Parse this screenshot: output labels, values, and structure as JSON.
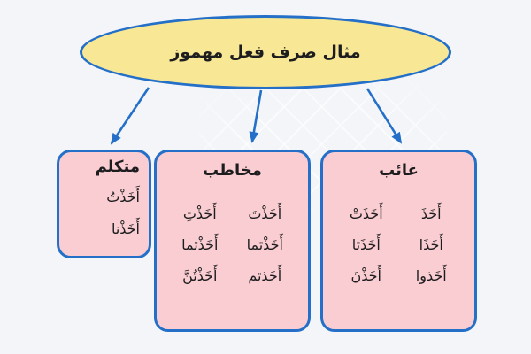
{
  "title": "مثال صرف فعل مهموز",
  "boxes": [
    {
      "header": "متكلم",
      "words": [
        "أَخَذْتُ",
        "أَخَذْنا"
      ]
    },
    {
      "header": "مخاطب",
      "words": [
        "أَخَذْتَ",
        "أَخَذْتِ",
        "أَخَذْتما",
        "أَخَذْتما",
        "أَخَذتم",
        "أَخَذْتُنَّ"
      ]
    },
    {
      "header": "غائب",
      "words": [
        "أَخَذَ",
        "أَخَذَتْ",
        "أَخَذَا",
        "أَخَذَتا",
        "أَخَذوا",
        "أَخَذْنَ"
      ]
    }
  ],
  "colors": {
    "ellipse_fill": "#f8e795",
    "box_fill": "#f9cdd1",
    "border_blue": "#2470c8",
    "text": "#1d1d1f",
    "background": "#f3f5f8"
  }
}
